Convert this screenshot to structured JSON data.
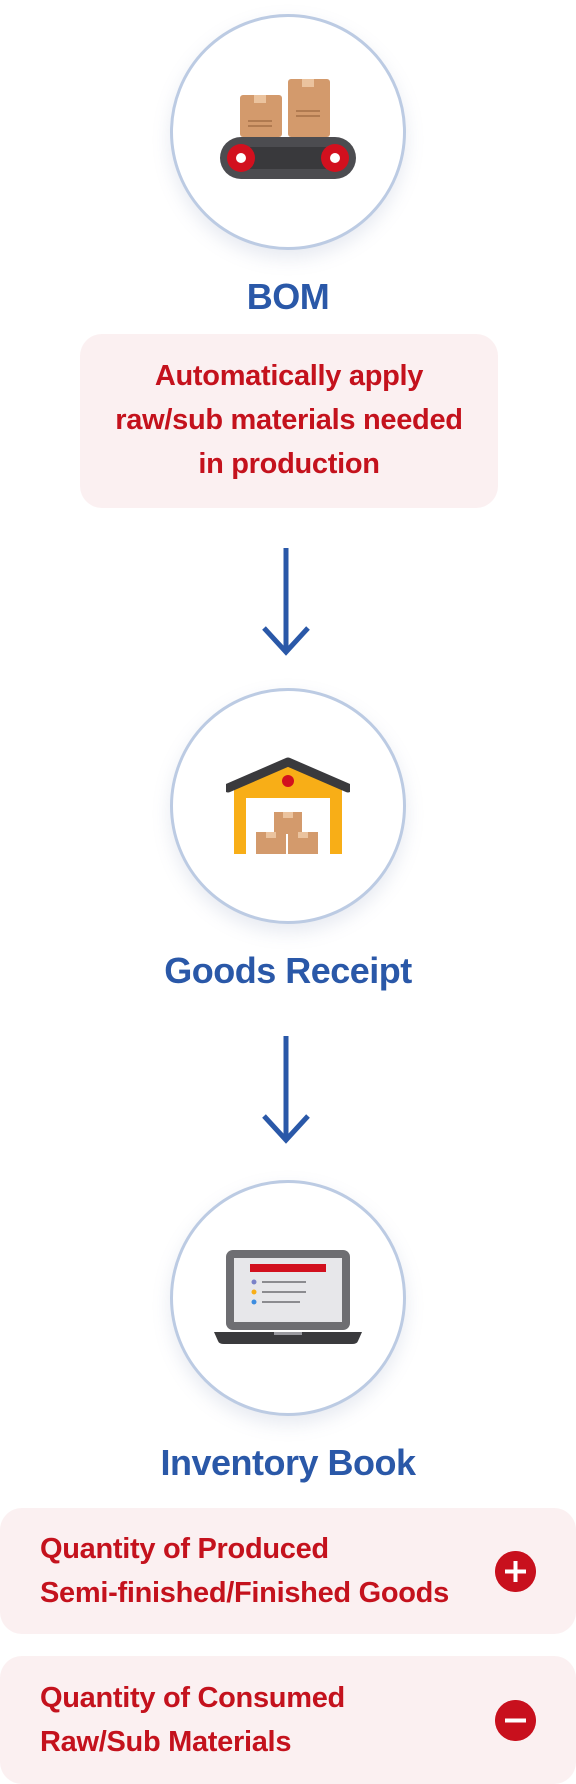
{
  "steps": [
    {
      "title": "BOM",
      "icon": "conveyor-boxes-icon"
    },
    {
      "title": "Goods Receipt",
      "icon": "warehouse-icon"
    },
    {
      "title": "Inventory Book",
      "icon": "laptop-icon"
    }
  ],
  "bom_note": {
    "line1": "Automatically apply",
    "line2": "raw/sub materials needed",
    "line3": "in production"
  },
  "inventory_items": [
    {
      "line1": "Quantity of Produced",
      "line2": "Semi-finished/Finished Goods",
      "sign": "plus-icon"
    },
    {
      "line1": "Quantity of Consumed",
      "line2": "Raw/Sub Materials",
      "sign": "minus-icon"
    }
  ],
  "colors": {
    "title_blue": "#2a58a8",
    "accent_red": "#c8101d",
    "box_pink": "#fbf0f1",
    "circle_border": "#bccbe3"
  }
}
